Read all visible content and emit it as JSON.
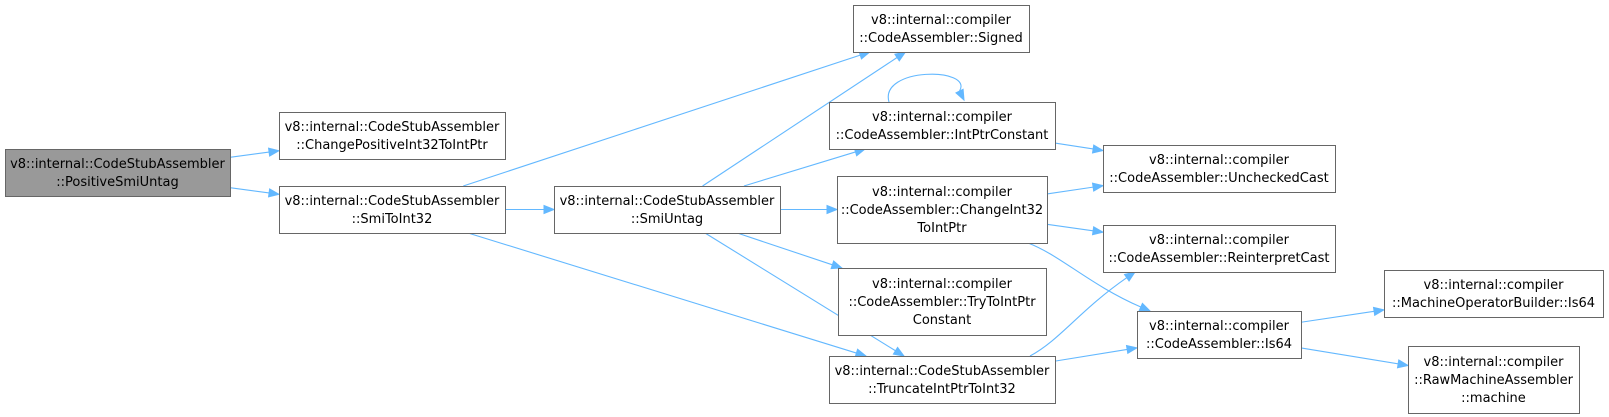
{
  "graph": {
    "nodes": [
      {
        "id": "n0",
        "lines": [
          "v8::internal::CodeStubAssembler",
          "::PositiveSmiUntag"
        ],
        "root": true
      },
      {
        "id": "n1",
        "lines": [
          "v8::internal::CodeStubAssembler",
          "::ChangePositiveInt32ToIntPtr"
        ]
      },
      {
        "id": "n2",
        "lines": [
          "v8::internal::CodeStubAssembler",
          "::SmiToInt32"
        ]
      },
      {
        "id": "n3",
        "lines": [
          "v8::internal::compiler",
          "::CodeAssembler::Signed"
        ]
      },
      {
        "id": "n4",
        "lines": [
          "v8::internal::CodeStubAssembler",
          "::SmiUntag"
        ]
      },
      {
        "id": "n5",
        "lines": [
          "v8::internal::CodeStubAssembler",
          "::TruncateIntPtrToInt32"
        ]
      },
      {
        "id": "n6",
        "lines": [
          "v8::internal::compiler",
          "::CodeAssembler::IntPtrConstant"
        ]
      },
      {
        "id": "n7",
        "lines": [
          "v8::internal::compiler",
          "::CodeAssembler::ChangeInt32",
          "ToIntPtr"
        ]
      },
      {
        "id": "n8",
        "lines": [
          "v8::internal::compiler",
          "::CodeAssembler::TryToIntPtr",
          "Constant"
        ]
      },
      {
        "id": "n9",
        "lines": [
          "v8::internal::compiler",
          "::CodeAssembler::UncheckedCast"
        ]
      },
      {
        "id": "n10",
        "lines": [
          "v8::internal::compiler",
          "::CodeAssembler::ReinterpretCast"
        ]
      },
      {
        "id": "n11",
        "lines": [
          "v8::internal::compiler",
          "::CodeAssembler::Is64"
        ]
      },
      {
        "id": "n12",
        "lines": [
          "v8::internal::compiler",
          "::MachineOperatorBuilder::Is64"
        ]
      },
      {
        "id": "n13",
        "lines": [
          "v8::internal::compiler",
          "::RawMachineAssembler",
          "::machine"
        ]
      }
    ],
    "edges": [
      {
        "from": "n0",
        "to": "n1"
      },
      {
        "from": "n0",
        "to": "n2"
      },
      {
        "from": "n2",
        "to": "n3"
      },
      {
        "from": "n2",
        "to": "n4"
      },
      {
        "from": "n2",
        "to": "n5"
      },
      {
        "from": "n4",
        "to": "n3"
      },
      {
        "from": "n4",
        "to": "n6"
      },
      {
        "from": "n4",
        "to": "n7"
      },
      {
        "from": "n4",
        "to": "n8"
      },
      {
        "from": "n4",
        "to": "n5"
      },
      {
        "from": "n6",
        "to": "n6"
      },
      {
        "from": "n6",
        "to": "n9"
      },
      {
        "from": "n7",
        "to": "n9"
      },
      {
        "from": "n7",
        "to": "n10"
      },
      {
        "from": "n7",
        "to": "n11"
      },
      {
        "from": "n5",
        "to": "n10"
      },
      {
        "from": "n5",
        "to": "n11"
      },
      {
        "from": "n11",
        "to": "n12"
      },
      {
        "from": "n11",
        "to": "n13"
      }
    ]
  }
}
